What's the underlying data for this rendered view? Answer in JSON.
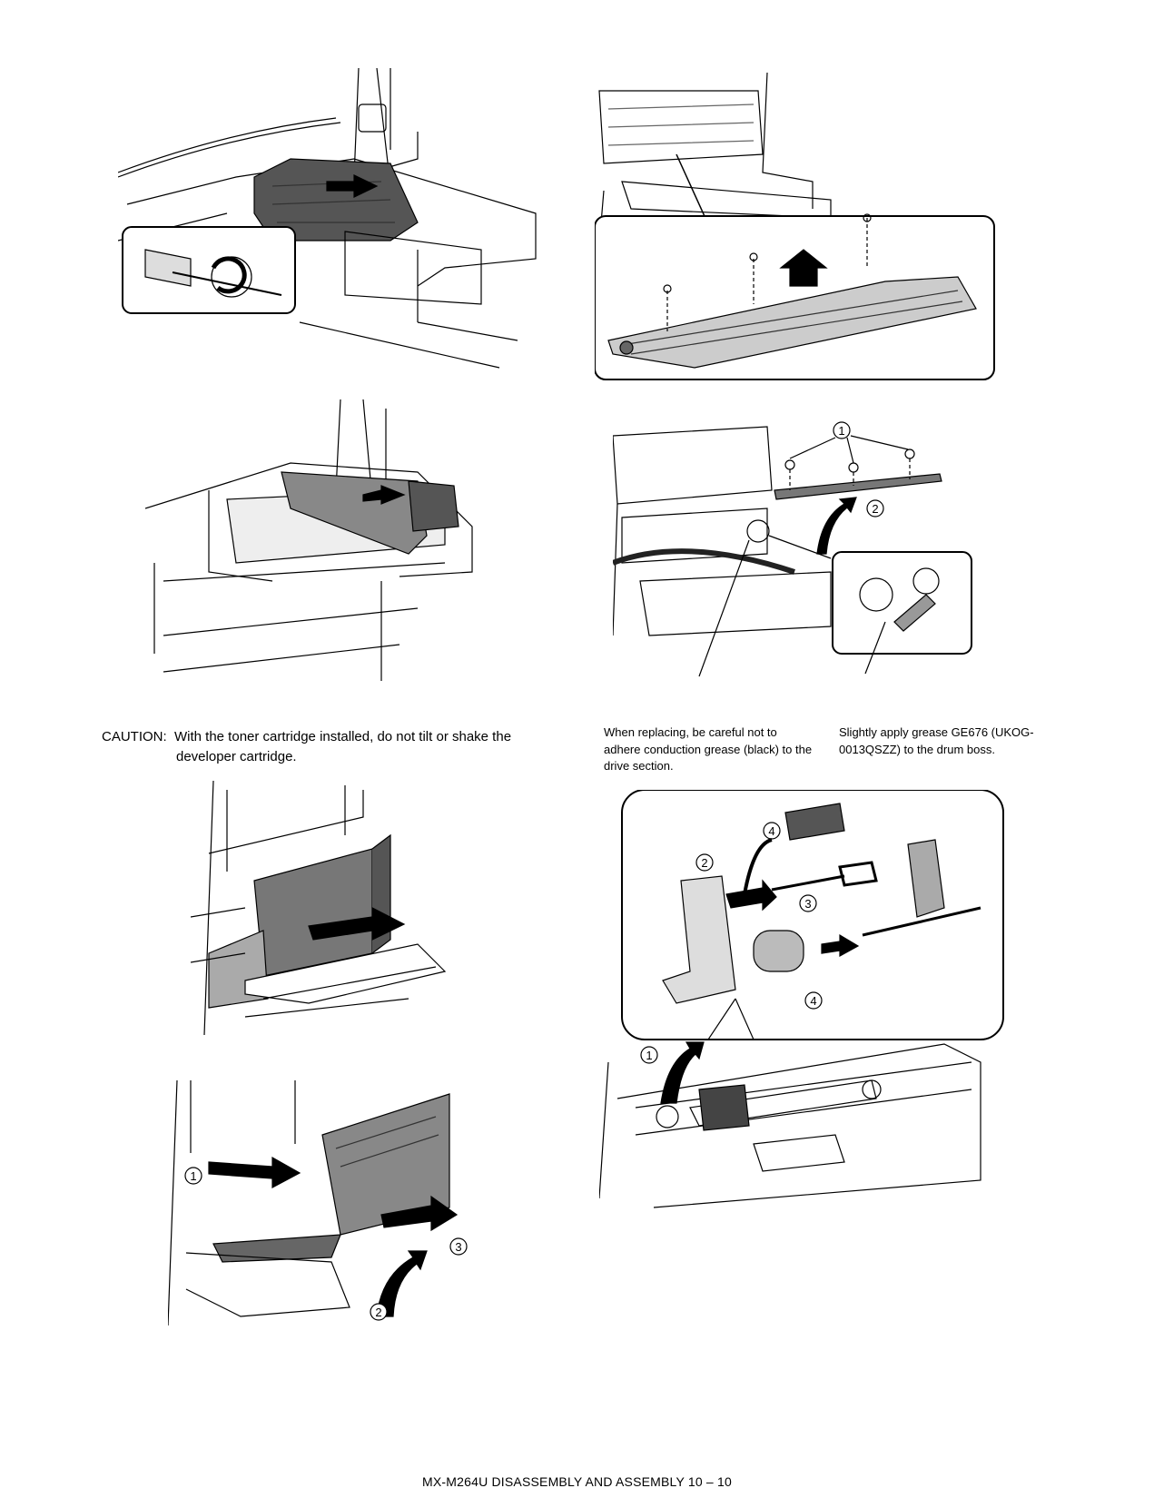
{
  "caution": {
    "label": "CAUTION:",
    "line1": "With the toner cartridge installed, do not tilt or shake the",
    "line2": "developer cartridge."
  },
  "notes": {
    "left": "When replacing, be careful not to adhere conduction grease (black) to the drive section.",
    "right": "Slightly apply grease GE676 (UKOG-0013QSZZ) to the drum boss."
  },
  "callouts": {
    "c1": "①",
    "c2": "②",
    "c3": "③",
    "c4": "④"
  },
  "footer": "MX-M264U  DISASSEMBLY AND ASSEMBLY  10 – 10",
  "colors": {
    "ink": "#000000",
    "shade": "#555555",
    "light": "#bbbbbb"
  }
}
